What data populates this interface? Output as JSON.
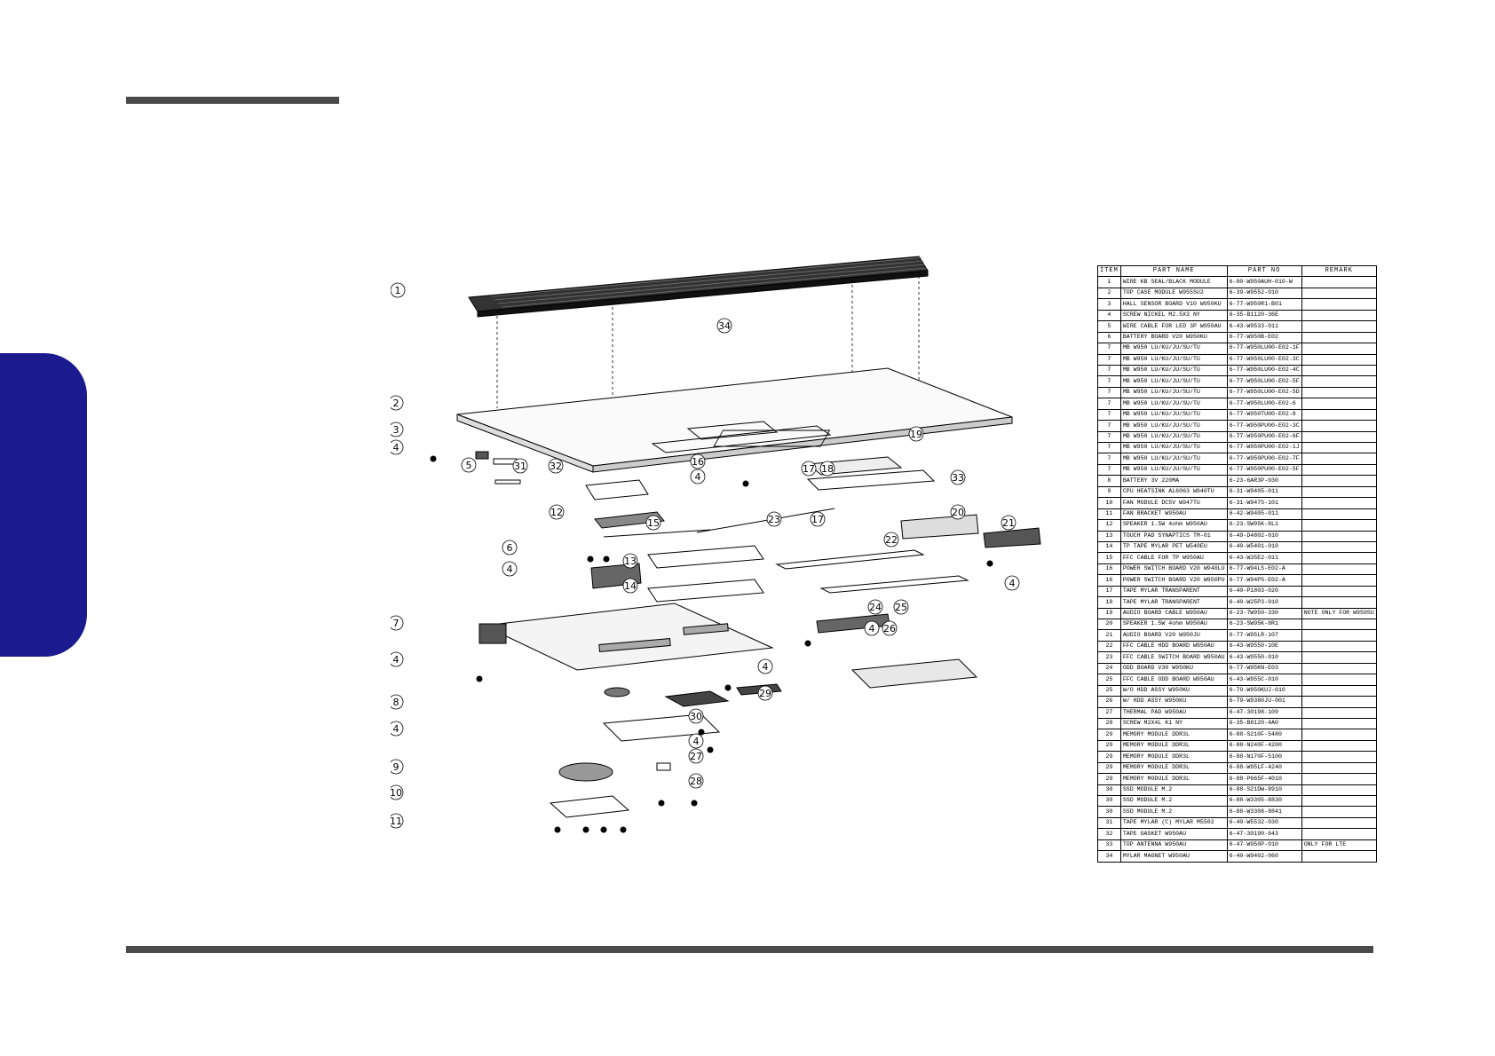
{
  "table": {
    "headers": [
      "ITEM",
      "PART      NAME",
      "PART      NO",
      "REMARK"
    ],
    "rows": [
      [
        "1",
        "WIRE KB SEAL/BLACK MODULE",
        "6-80-W950AUH-010-W",
        ""
      ],
      [
        "2",
        "TOP CASE MODULE W955SU2",
        "6-39-W9552-010",
        ""
      ],
      [
        "3",
        "HALL SENSOR BOARD V10 W950KU",
        "6-77-W950R1-B01",
        ""
      ],
      [
        "4",
        "SCREW NICKEL M2.5X3 NY",
        "6-35-B1120-36E",
        ""
      ],
      [
        "5",
        "WIRE CABLE FOR LED 3P W950AU",
        "6-43-W9533-011",
        ""
      ],
      [
        "6",
        "BATTERY BOARD V20 W950KU",
        "6-77-W950B-E02",
        ""
      ],
      [
        "7",
        "MB W950 LU/KU/JU/SU/TU",
        "6-77-W950LU00-E02-1F",
        ""
      ],
      [
        "7",
        "MB W950 LU/KU/JU/SU/TU",
        "6-77-W950LU00-E02-3C",
        ""
      ],
      [
        "7",
        "MB W950 LU/KU/JU/SU/TU",
        "6-77-W950LU00-E02-4C",
        ""
      ],
      [
        "7",
        "MB W950 LU/KU/JU/SU/TU",
        "6-77-W950LU00-E02-5F",
        ""
      ],
      [
        "7",
        "MB W950 LU/KU/JU/SU/TU",
        "6-77-W950LU00-E02-5D",
        ""
      ],
      [
        "7",
        "MB W950 LU/KU/JU/SU/TU",
        "6-77-W950LU00-E02-6",
        ""
      ],
      [
        "7",
        "MB W950 LU/KU/JU/SU/TU",
        "6-77-W950TU00-E02-8",
        ""
      ],
      [
        "7",
        "MB W950 LU/KU/JU/SU/TU",
        "6-77-W950PU00-E02-3C",
        ""
      ],
      [
        "7",
        "MB W950 LU/KU/JU/SU/TU",
        "6-77-W950PU00-E02-6F",
        ""
      ],
      [
        "7",
        "MB W950 LU/KU/JU/SU/TU",
        "6-77-W950PU00-E02-1J",
        ""
      ],
      [
        "7",
        "MB W950 LU/KU/JU/SU/TU",
        "6-77-W950PU00-E02-7F",
        ""
      ],
      [
        "7",
        "MB W950 LU/KU/JU/SU/TU",
        "6-77-W950PU00-E02-5F",
        ""
      ],
      [
        "8",
        "BATTERY 3V 220MA",
        "6-23-6AR3P-030",
        ""
      ],
      [
        "9",
        "CPU HEATSINK AL6063 W940TU",
        "6-31-W9405-011",
        ""
      ],
      [
        "10",
        "FAN MODULE DC5V W947TU",
        "6-31-W947S-101",
        ""
      ],
      [
        "11",
        "FAN BRACKET W950AU",
        "6-42-W9405-011",
        ""
      ],
      [
        "12",
        "SPEAKER 1.5W 4ohm W950AU",
        "6-23-SW95K-8L1",
        ""
      ],
      [
        "13",
        "TOUCH PAD SYNAPTICS TM-01",
        "6-49-D4802-010",
        ""
      ],
      [
        "14",
        "TP TAPE MYLAR PET W540EU",
        "6-40-W5401-010",
        ""
      ],
      [
        "15",
        "FFC CABLE FOR TP W950AU",
        "6-43-W35E2-011",
        ""
      ],
      [
        "16",
        "POWER SWITCH BOARD V20 W940LU",
        "6-77-W94LS-E02-A",
        ""
      ],
      [
        "16",
        "POWER SWITCH BOARD V20 W950PU",
        "6-77-W94PS-E02-A",
        ""
      ],
      [
        "17",
        "TAPE MYLAR TRANSPARENT",
        "6-40-P1803-020",
        ""
      ],
      [
        "18",
        "TAPE MYLAR TRANSPARENT",
        "6-40-W25P3-010",
        ""
      ],
      [
        "19",
        "AUDIO BOARD CABLE W950AU",
        "6-23-7W950-330",
        "NOTE ONLY FOR W950SU"
      ],
      [
        "20",
        "SPEAKER 1.5W 4ohm W950AU",
        "6-23-SW95K-8R1",
        ""
      ],
      [
        "21",
        "AUDIO BOARD V20 W950JU",
        "6-77-W95LR-107",
        ""
      ],
      [
        "22",
        "FFC CABLE HDD BOARD W950AU",
        "6-43-W9550-10E",
        ""
      ],
      [
        "23",
        "FFC CABLE SWITCH BOARD W950AU",
        "6-43-W9550-010",
        ""
      ],
      [
        "24",
        "ODD BOARD V30 W950KU",
        "6-77-W95KN-E03",
        ""
      ],
      [
        "25",
        "FFC CABLE ODD BOARD W950AU",
        "6-43-W955C-010",
        ""
      ],
      [
        "25",
        "W/O HDD ASSY W950KU",
        "6-79-W950KUJ-010",
        ""
      ],
      [
        "26",
        "W/ HDD ASSY W950KU",
        "6-79-W9380JU-001",
        ""
      ],
      [
        "27",
        "THERMAL PAD W950AU",
        "6-47-30198-109",
        ""
      ],
      [
        "28",
        "SCREW M2X4L K1 NY",
        "6-35-B8120-4A0",
        ""
      ],
      [
        "29",
        "MEMORY MODULE DDR3L",
        "6-88-S210F-5480",
        ""
      ],
      [
        "29",
        "MEMORY MODULE DDR3L",
        "6-88-N240F-4200",
        ""
      ],
      [
        "29",
        "MEMORY MODULE DDR3L",
        "6-88-N170F-5100",
        ""
      ],
      [
        "29",
        "MEMORY MODULE DDR3L",
        "6-88-W95LF-4240",
        ""
      ],
      [
        "29",
        "MEMORY MODULE DDR3L",
        "6-88-P665F-4010",
        ""
      ],
      [
        "30",
        "SSD MODULE M.2",
        "6-88-S21DW-8910",
        ""
      ],
      [
        "30",
        "SSD MODULE M.2",
        "6-88-W3305-8830",
        ""
      ],
      [
        "30",
        "SSD MODULE M.2",
        "6-88-W3308-8841",
        ""
      ],
      [
        "31",
        "TAPE MYLAR (C) MYLAR M5502",
        "6-40-W5532-030",
        ""
      ],
      [
        "32",
        "TAPE GASKET W950AU",
        "6-47-30190-643",
        ""
      ],
      [
        "33",
        "TOP ANTENNA W950AU",
        "6-47-W950P-010",
        "ONLY FOR LTE"
      ],
      [
        "34",
        "MYLAR MAGNET W950AU",
        "6-40-W9402-060",
        ""
      ]
    ]
  },
  "diagram": {
    "callouts": [
      "1",
      "34",
      "2",
      "3",
      "4",
      "19",
      "5",
      "31",
      "32",
      "16",
      "4",
      "17",
      "18",
      "33",
      "12",
      "23",
      "17",
      "20",
      "15",
      "21",
      "6",
      "4",
      "13",
      "22",
      "4",
      "14",
      "24",
      "25",
      "7",
      "4",
      "26",
      "4",
      "4",
      "29",
      "8",
      "30",
      "4",
      "9",
      "27",
      "10",
      "28",
      "11",
      "4"
    ]
  }
}
